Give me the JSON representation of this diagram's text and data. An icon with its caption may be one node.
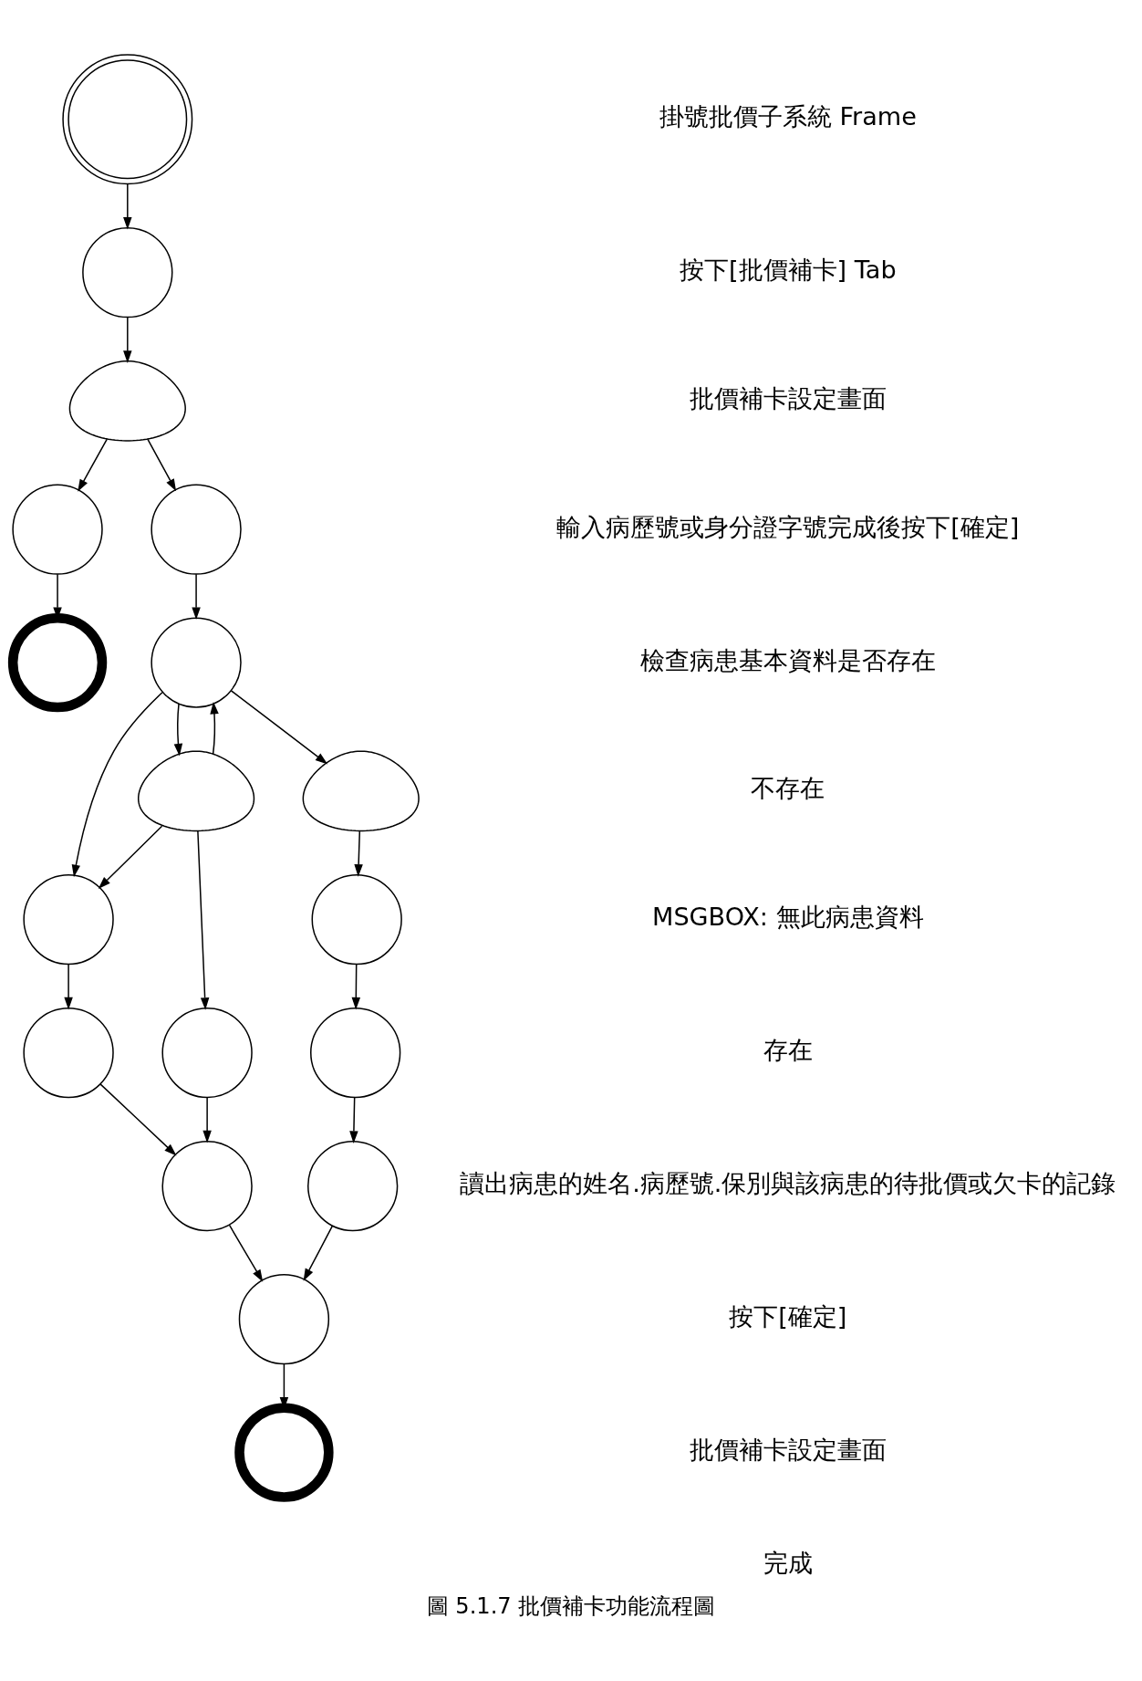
{
  "diagram": {
    "caption": "圖 5.1.7 批價補卡功能流程圖",
    "nodes": [
      {
        "text": [],
        "shape": "circle"
      },
      {
        "text": [],
        "shape": "circle"
      },
      {
        "text": [],
        "shape": "cloud"
      },
      {
        "text": [],
        "shape": "circle"
      },
      {
        "text": [],
        "shape": "circle"
      },
      {
        "text": [],
        "shape": "circle"
      },
      {
        "text": [],
        "shape": "circle"
      },
      {
        "text": [],
        "shape": "circle"
      },
      {
        "text": [],
        "shape": "cloud"
      },
      {
        "text": [],
        "shape": "cloud"
      },
      {
        "text": [],
        "shape": "circle"
      },
      {
        "text": [],
        "shape": "circle"
      },
      {
        "text": [],
        "shape": "circle"
      },
      {
        "text": [],
        "shape": "circle"
      },
      {
        "text": [],
        "shape": "circle"
      },
      {
        "text": [],
        "shape": "circle"
      },
      {
        "text": [],
        "shape": "circle"
      },
      {
        "text": [],
        "shape": "circle"
      }
    ],
    "edges": [
      {
        "from": 0,
        "to": 1,
        "arrow": "to"
      },
      {
        "from": 1,
        "to": 2,
        "arrow": "to"
      },
      {
        "from": 2,
        "to": 3,
        "arrow": "to"
      },
      {
        "from": 2,
        "to": 4,
        "arrow": "to"
      },
      {
        "from": 3,
        "to": 5,
        "arrow": "to"
      },
      {
        "from": 4,
        "to": 6,
        "arrow": "to"
      },
      {
        "from": 6,
        "to": 8,
        "arrow": "to"
      },
      {
        "from": 8,
        "to": 6,
        "arrow": "to"
      },
      {
        "from": 6,
        "to": 7,
        "arrow": "to"
      },
      {
        "from": 8,
        "to": 7,
        "arrow": "to"
      },
      {
        "from": 6,
        "to": 9,
        "arrow": "to"
      },
      {
        "from": 8,
        "to": 10,
        "arrow": "to"
      },
      {
        "from": 7,
        "to": 11,
        "arrow": "to"
      },
      {
        "from": 9,
        "to": 12,
        "arrow": "to"
      },
      {
        "from": 10,
        "to": 13,
        "arrow": "to"
      },
      {
        "from": 11,
        "to": 13,
        "arrow": "to"
      },
      {
        "from": 12,
        "to": 14,
        "arrow": "to"
      },
      {
        "from": 14,
        "to": 16,
        "arrow": "to"
      },
      {
        "from": 13,
        "to": 15,
        "arrow": "to"
      },
      {
        "from": 16,
        "to": 15,
        "arrow": "to"
      },
      {
        "from": 15,
        "to": 17,
        "arrow": "to"
      }
    ],
    "labels": [
      "掛號批價子系統 Frame",
      "按下[批價補卡] Tab",
      "批價補卡設定畫面",
      "輸入病歷號或身分證字號完成後按下[確定]",
      "檢查病患基本資料是否存在",
      "不存在",
      "MSGBOX: 無此病患資料",
      "存在",
      "讀出病患的姓名.病歷號.保別與該病患的待批價或欠卡的記錄",
      "按下[確定]",
      "批價補卡設定畫面",
      "完成"
    ]
  }
}
